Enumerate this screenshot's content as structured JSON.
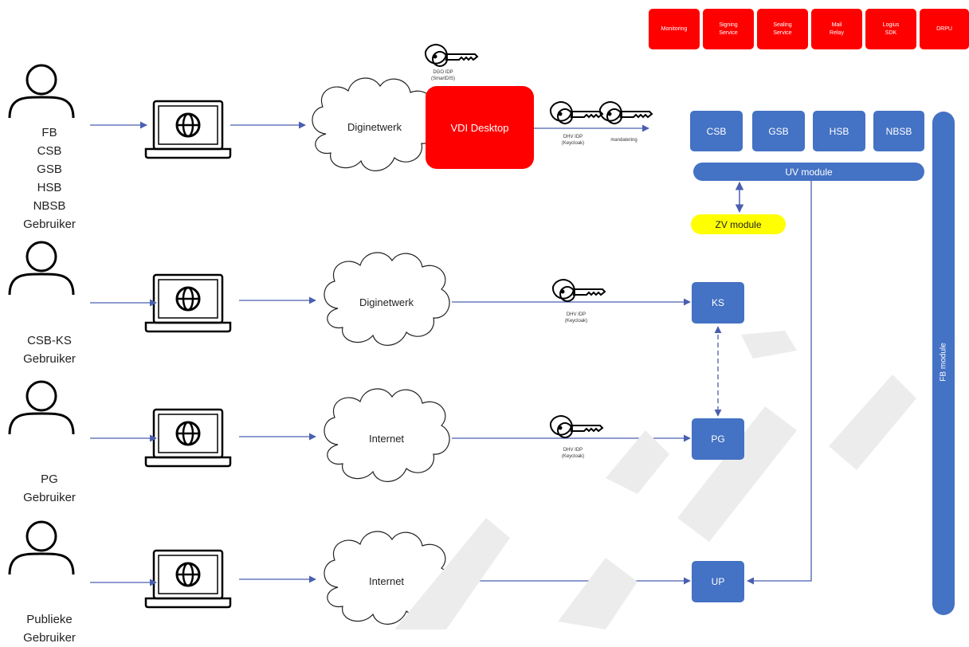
{
  "users": [
    {
      "id": "u1",
      "label": "FB\nCSB\nGSB\nHSB\nNBSB\nGebruiker"
    },
    {
      "id": "u2",
      "label": "CSB-KS\nGebruiker"
    },
    {
      "id": "u3",
      "label": "PG\nGebruiker"
    },
    {
      "id": "u4",
      "label": "Publieke\nGebruiker"
    }
  ],
  "networks": [
    "Diginetwerk",
    "Diginetwerk",
    "Internet",
    "Internet"
  ],
  "vdi_label": "VDI Desktop",
  "keys": {
    "smartdis": "DGO IDP\n(SmartDIS)",
    "keycloak_vdi": "DHV IDP\n(Keycloak)",
    "mandatering": "mandatering",
    "keycloak_ks": "DHV IDP\n(Keycloak)",
    "keycloak_pg": "DHV IDP\n(Keycloak)"
  },
  "services": [
    "Monitoring",
    "Signing\nService",
    "Sealing\nService",
    "Mail\nRelay",
    "Logius\nSDK",
    "DRPU"
  ],
  "modules": [
    "CSB",
    "GSB",
    "HSB",
    "NBSB"
  ],
  "uv_module": "UV module",
  "zv_module": "ZV module",
  "targets": {
    "ks": "KS",
    "pg": "PG",
    "up": "UP"
  },
  "fb_module": "FB module",
  "colors": {
    "blue": "#4472c4",
    "red": "#ff0000",
    "yellow": "#ffff00",
    "line": "#4a5fb0"
  }
}
